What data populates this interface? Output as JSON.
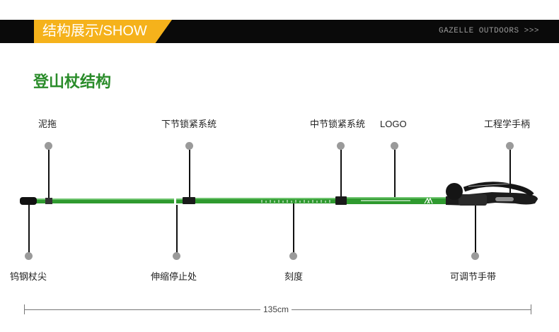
{
  "header": {
    "title": "结构展示/SHOW",
    "brand": "GAZELLE OUTDOORS >>>",
    "accent_color": "#f5b21b"
  },
  "section_title": "登山杖结构",
  "labels": {
    "mud_basket": "泥拖",
    "lower_lock": "下节锁紧系统",
    "middle_lock": "中节锁紧系统",
    "logo": "LOGO",
    "ergonomic_handle": "工程学手柄",
    "tungsten_tip": "钨钢杖尖",
    "telescopic_stop": "伸缩停止处",
    "scale": "刻度",
    "wrist_strap": "可调节手带"
  },
  "dimension": {
    "length": "135cm"
  },
  "pole": {
    "shaft_color": "#2f9a2f",
    "grip_color": "#1c1c1c"
  }
}
